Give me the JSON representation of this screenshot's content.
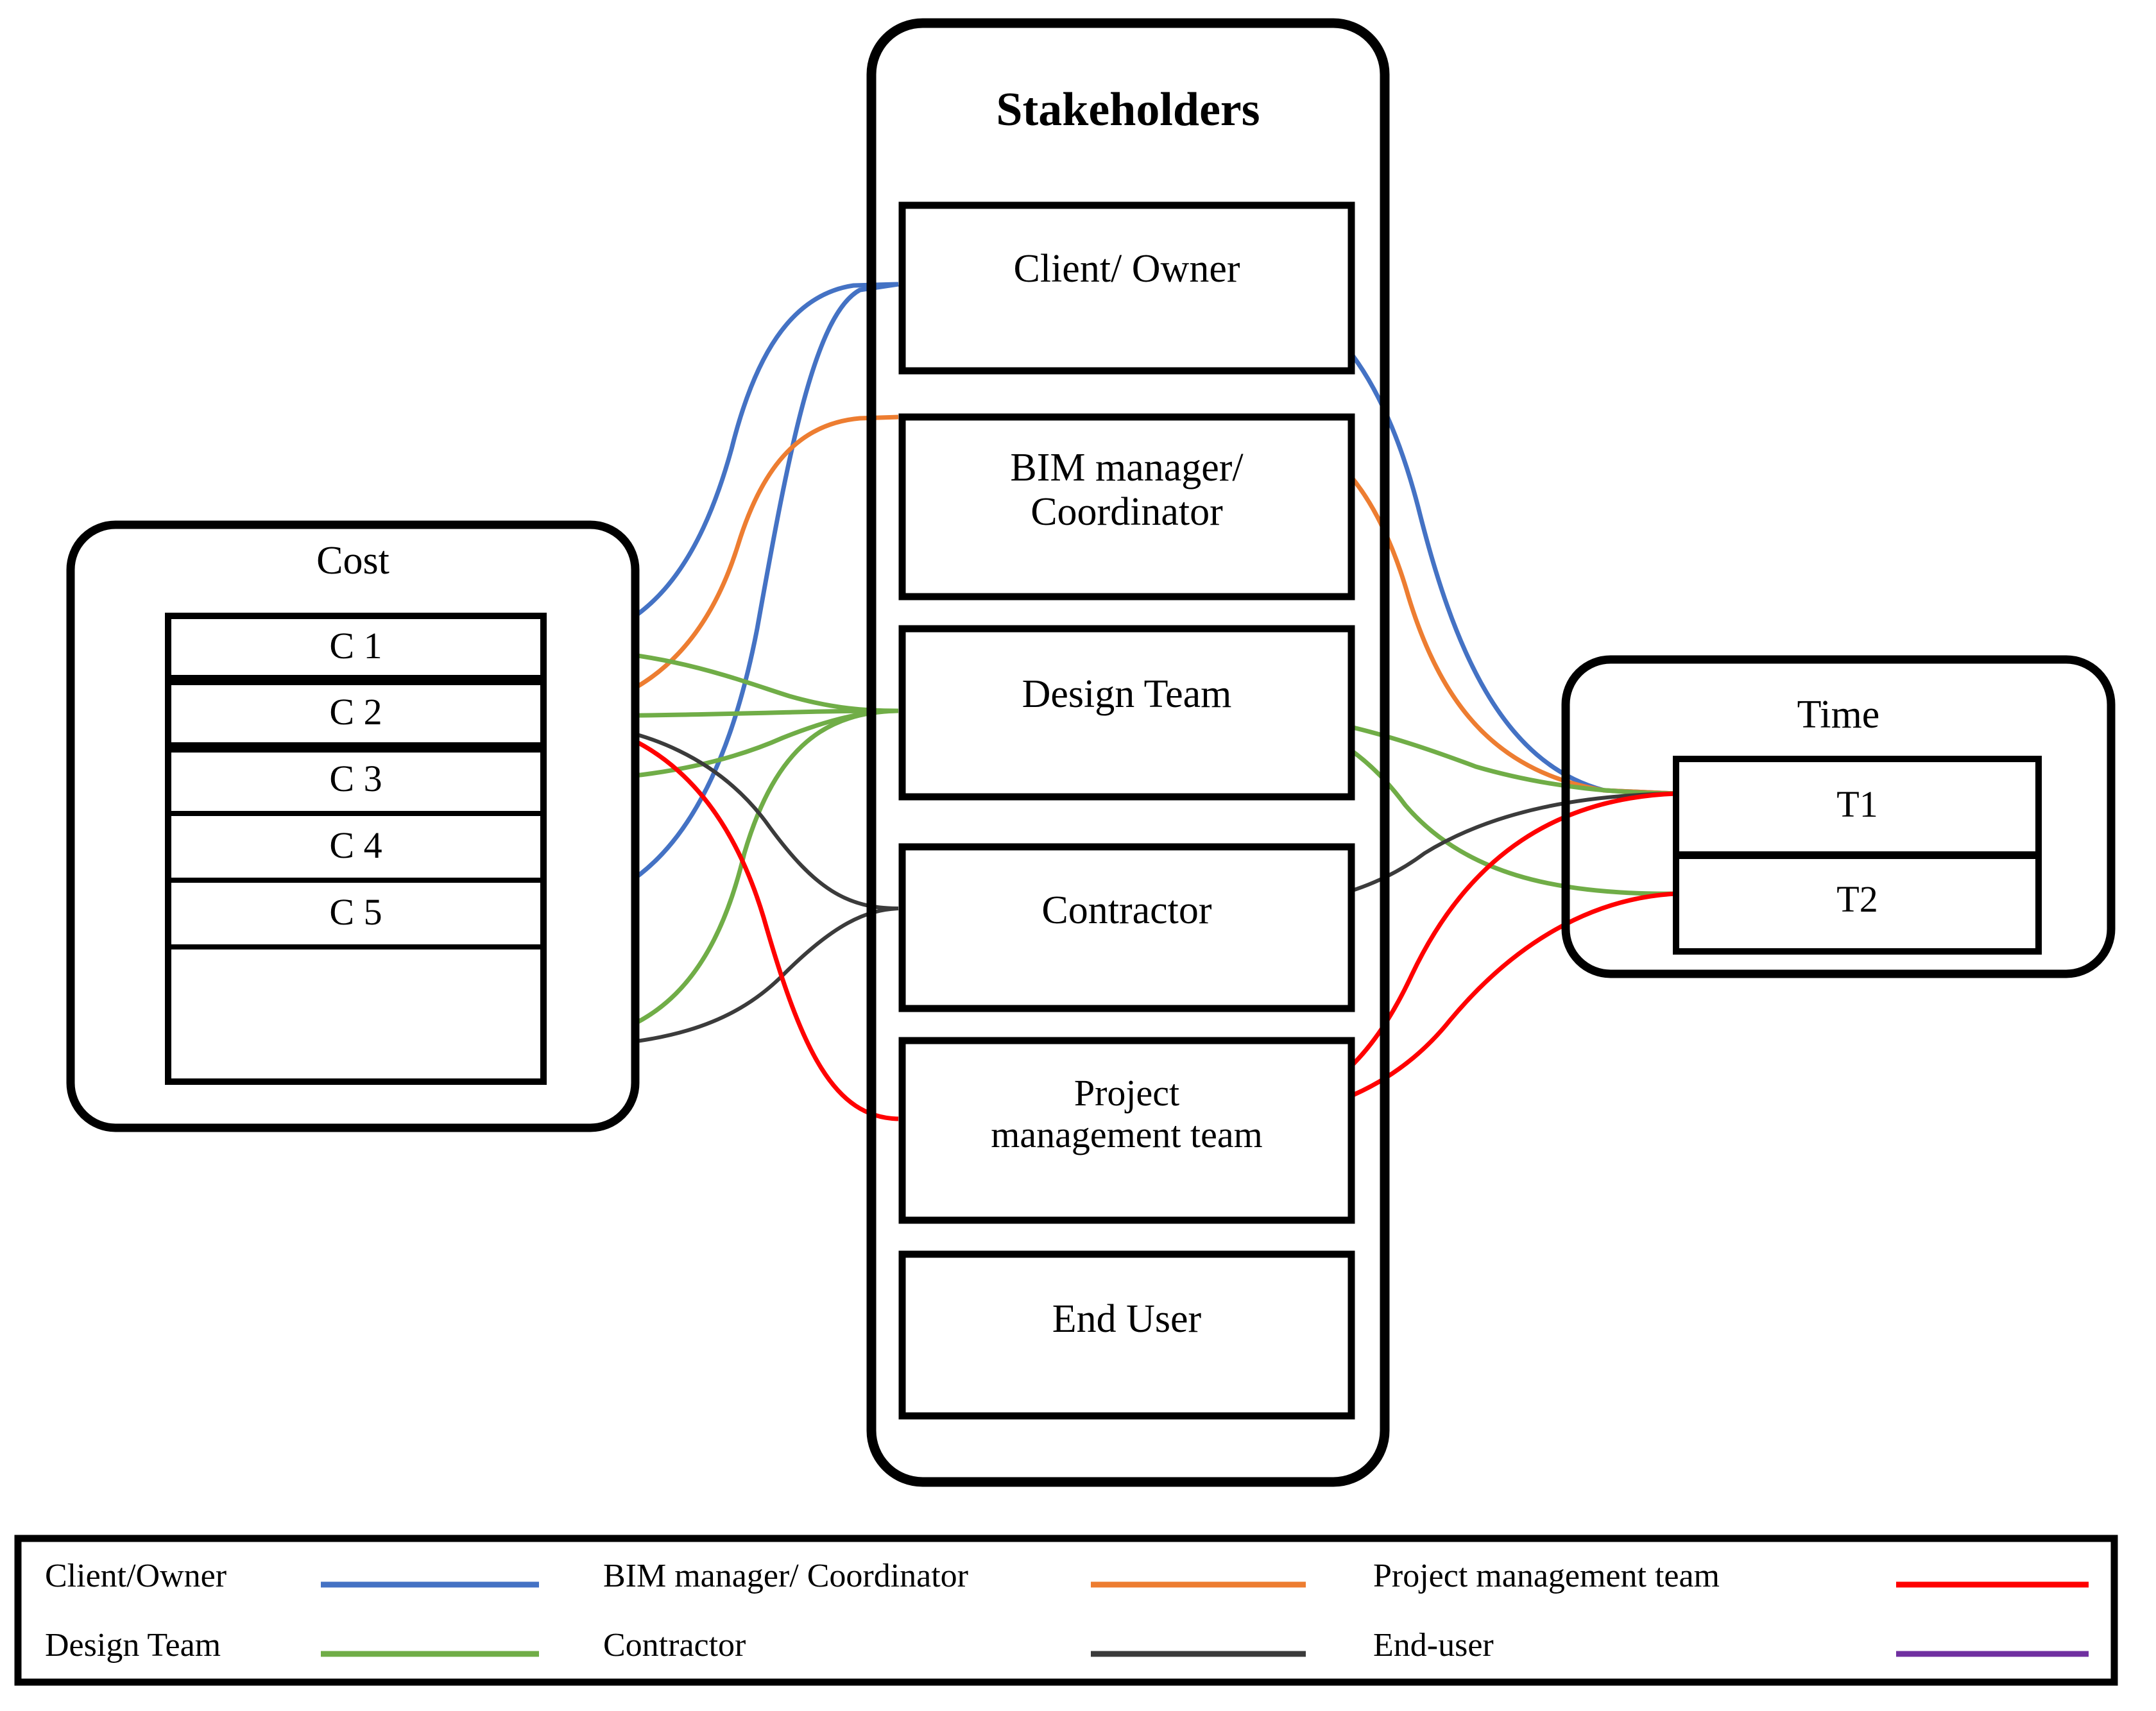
{
  "diagram": {
    "title_stakeholders": "Stakeholders",
    "cost": {
      "title": "Cost",
      "items": [
        "C 1",
        "C 2",
        "C 3",
        "C 4",
        "C 5"
      ]
    },
    "stakeholders": {
      "items": [
        "Client/ Owner",
        "BIM manager/\nCoordinator",
        "Design Team",
        "Contractor",
        "Project\nmanagement team",
        "End User"
      ]
    },
    "time": {
      "title": "Time",
      "items": [
        "T1",
        "T2"
      ]
    }
  },
  "legend": {
    "entries": [
      {
        "label": "Client/Owner",
        "color": "#4472C4"
      },
      {
        "label": "BIM manager/ Coordinator",
        "color": "#ED7D31"
      },
      {
        "label": "Project management team",
        "color": "#FF0000"
      },
      {
        "label": "Design Team",
        "color": "#70AD47"
      },
      {
        "label": "Contractor",
        "color": "#3B3B3B"
      },
      {
        "label": "End-user",
        "color": "#7030A0"
      }
    ]
  },
  "colors": {
    "client_owner": "#4472C4",
    "bim_manager": "#ED7D31",
    "project_management": "#FF0000",
    "design_team": "#70AD47",
    "contractor": "#3B3B3B",
    "end_user": "#7030A0",
    "outline": "#000000",
    "background": "#FFFFFF"
  },
  "chart_data": {
    "type": "diagram",
    "title": "Stakeholders linked to Cost and Time factors",
    "nodes": {
      "cost": [
        "C 1",
        "C 2",
        "C 3",
        "C 4",
        "C 5"
      ],
      "stakeholders": [
        "Client/ Owner",
        "BIM manager/ Coordinator",
        "Design Team",
        "Contractor",
        "Project management team",
        "End User"
      ],
      "time": [
        "T1",
        "T2"
      ]
    },
    "links": [
      {
        "series": "Client/Owner",
        "from": "C 1",
        "to": "Client/ Owner",
        "then": "T1"
      },
      {
        "series": "Client/Owner",
        "from": "C 4",
        "to": "Client/ Owner",
        "then": "T1"
      },
      {
        "series": "BIM manager/ Coordinator",
        "from": "C 2",
        "to": "BIM manager/ Coordinator",
        "then": "T1"
      },
      {
        "series": "Design Team",
        "from": "C 1",
        "to": "Design Team",
        "then": "T1"
      },
      {
        "series": "Design Team",
        "from": "C 2",
        "to": "Design Team",
        "then": "T1"
      },
      {
        "series": "Design Team",
        "from": "C 3",
        "to": "Design Team",
        "then": "T2"
      },
      {
        "series": "Design Team",
        "from": "C 5",
        "to": "Design Team",
        "then": "T2"
      },
      {
        "series": "Contractor",
        "from": "C 2",
        "to": "Contractor",
        "then": "T1"
      },
      {
        "series": "Contractor",
        "from": "C 5",
        "to": "Contractor",
        "then": "T1"
      },
      {
        "series": "Project management team",
        "from": "C 2",
        "to": "Project management team",
        "then": "T1"
      },
      {
        "series": "Project management team",
        "from": "C 2",
        "to": "Project management team",
        "then": "T2"
      }
    ]
  }
}
